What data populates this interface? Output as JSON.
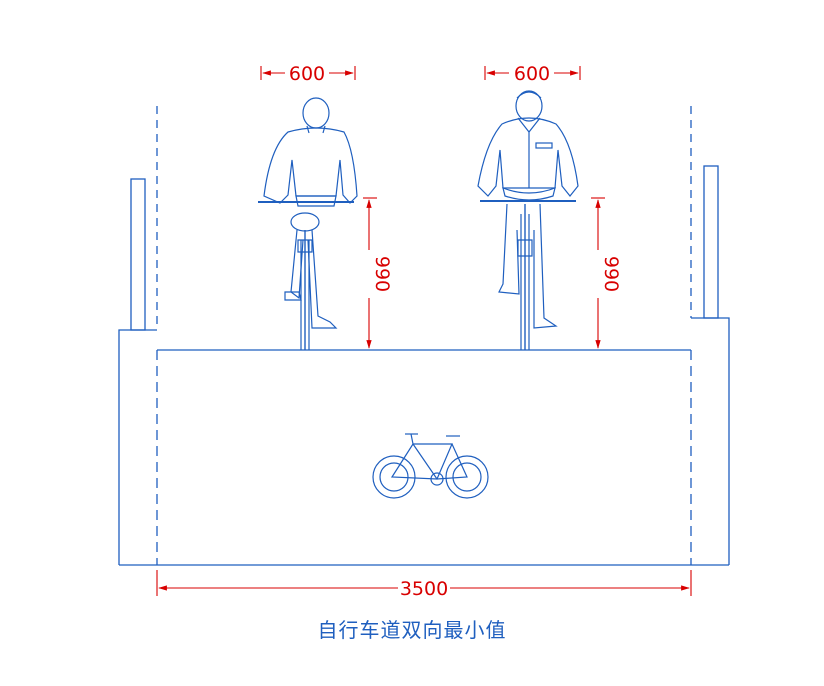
{
  "title": "自行车道双向最小值",
  "dimensions": {
    "rider_width_left": "600",
    "rider_width_right": "600",
    "handlebar_height_left": "990",
    "handlebar_height_right": "990",
    "lane_width": "3500"
  },
  "colors": {
    "line": "#1f5fbf",
    "dimension": "#d80000",
    "background": "#ffffff"
  },
  "icons": {
    "bicycle_marking": "bicycle-icon"
  }
}
